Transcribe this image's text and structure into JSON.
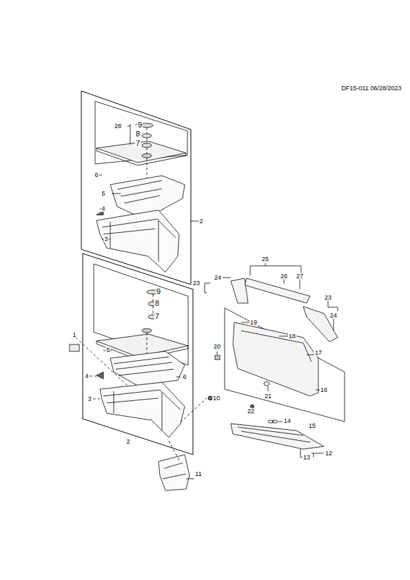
{
  "diagram": {
    "labels": [
      "DF15-011 06/28/2023",
      "9",
      "28",
      "8",
      "7",
      "6",
      "5",
      "2",
      "4",
      "3",
      "25",
      "26",
      "27",
      "23",
      "24",
      "23",
      "24",
      "9",
      "8",
      "7",
      "19",
      "18",
      "1",
      "20",
      "5",
      "6",
      "17",
      "4",
      "16",
      "21",
      "3",
      "10",
      "15",
      "14",
      "22",
      "2",
      "12",
      "13",
      "11"
    ]
  }
}
